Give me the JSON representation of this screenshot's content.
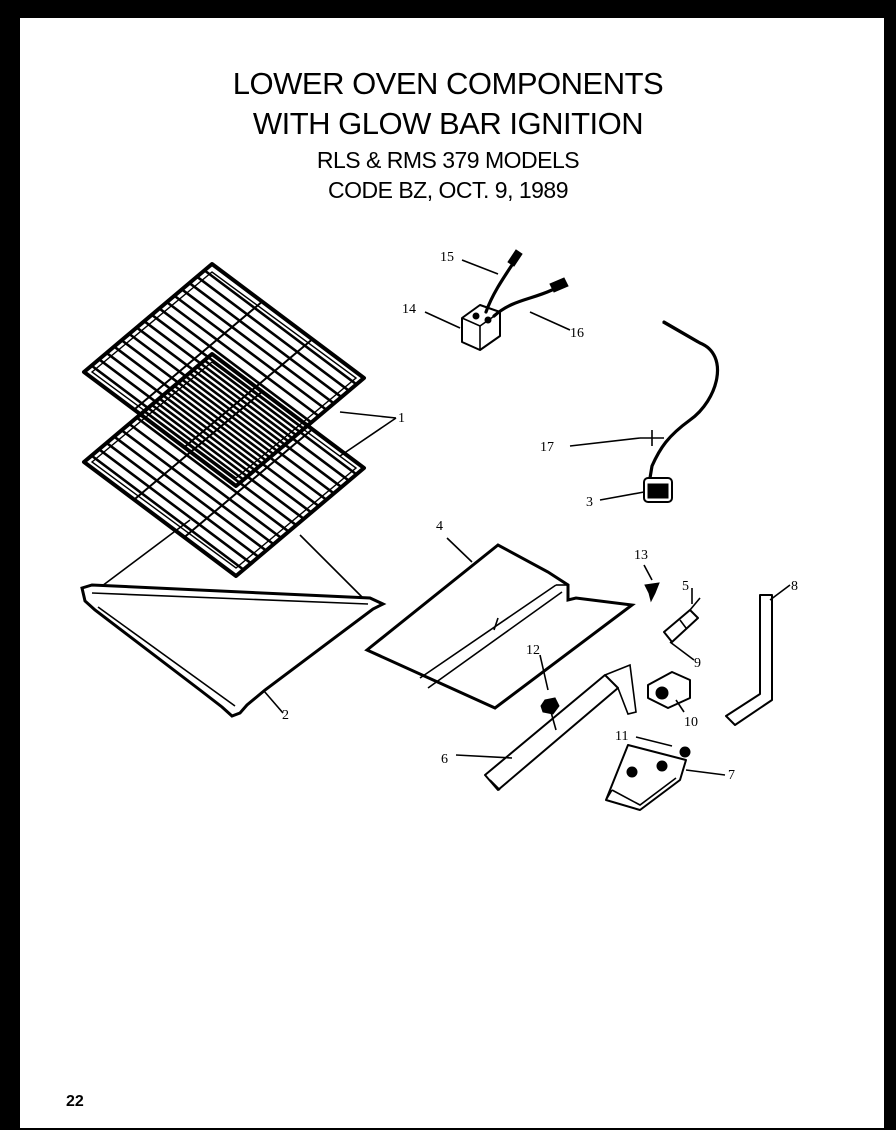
{
  "header": {
    "title_line_1": "LOWER OVEN COMPONENTS",
    "title_line_2": "WITH GLOW BAR IGNITION",
    "subtitle_line_1": "RLS & RMS 379 MODELS",
    "subtitle_line_2": "CODE BZ, OCT. 9, 1989"
  },
  "page_number": "22",
  "callouts": {
    "c1": "1",
    "c2": "2",
    "c3": "3",
    "c4": "4",
    "c5": "5",
    "c6": "6",
    "c7": "7",
    "c8": "8",
    "c9": "9",
    "c10": "10",
    "c11": "11",
    "c12": "12",
    "c13": "13",
    "c14": "14",
    "c15": "15",
    "c16": "16",
    "c17": "17"
  }
}
